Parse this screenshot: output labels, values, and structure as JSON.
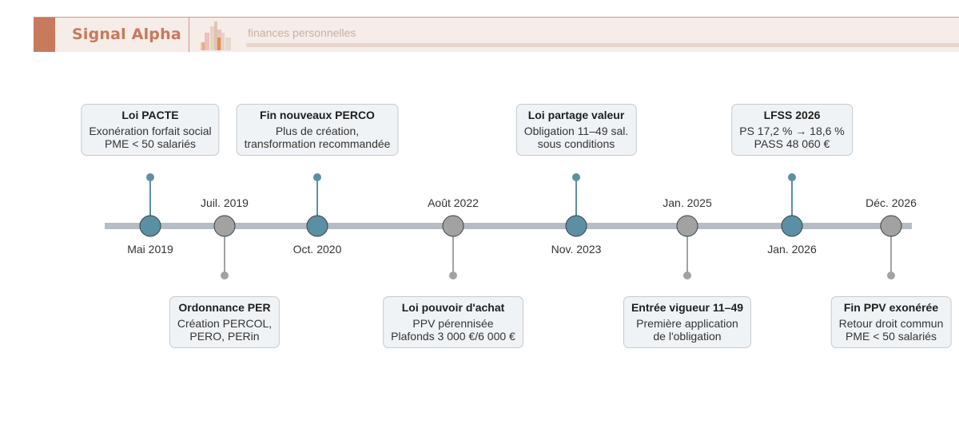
{
  "header": {
    "brand": "Signal Alpha",
    "subtitle": "finances personnelles",
    "accent_color": "#c87a5c",
    "background_color": "#f6ece8"
  },
  "timeline": {
    "colors": {
      "major": "#5b8fa3",
      "minor": "#a2a2a2",
      "axis": "#b6bcc3",
      "card_bg": "#f0f3f6"
    },
    "events": [
      {
        "date": "Mai 2019",
        "title": "Loi PACTE",
        "lines": [
          "Exonération forfait social",
          "PME < 50 salariés"
        ],
        "position": "above",
        "type": "major"
      },
      {
        "date": "Juil. 2019",
        "title": "Ordonnance PER",
        "lines": [
          "Création PERCOL,",
          "PERO, PERin"
        ],
        "position": "below",
        "type": "minor"
      },
      {
        "date": "Oct. 2020",
        "title": "Fin nouveaux PERCO",
        "lines": [
          "Plus de création,",
          "transformation recommandée"
        ],
        "position": "above",
        "type": "major"
      },
      {
        "date": "Août 2022",
        "title": "Loi pouvoir d'achat",
        "lines": [
          "PPV pérennisée",
          "Plafonds 3 000 €/6 000 €"
        ],
        "position": "below",
        "type": "minor"
      },
      {
        "date": "Nov. 2023",
        "title": "Loi partage valeur",
        "lines": [
          "Obligation 11–49 sal.",
          "sous conditions"
        ],
        "position": "above",
        "type": "major"
      },
      {
        "date": "Jan. 2025",
        "title": "Entrée vigueur 11–49",
        "lines": [
          "Première application",
          "de l'obligation"
        ],
        "position": "below",
        "type": "minor"
      },
      {
        "date": "Jan. 2026",
        "title": "LFSS 2026",
        "lines": [
          "PS 17,2 % → 18,6 %",
          "PASS 48 060 €"
        ],
        "position": "above",
        "type": "major"
      },
      {
        "date": "Déc. 2026",
        "title": "Fin PPV exonérée",
        "lines": [
          "Retour droit commun",
          "PME < 50 salariés"
        ],
        "position": "below",
        "type": "minor"
      }
    ]
  }
}
